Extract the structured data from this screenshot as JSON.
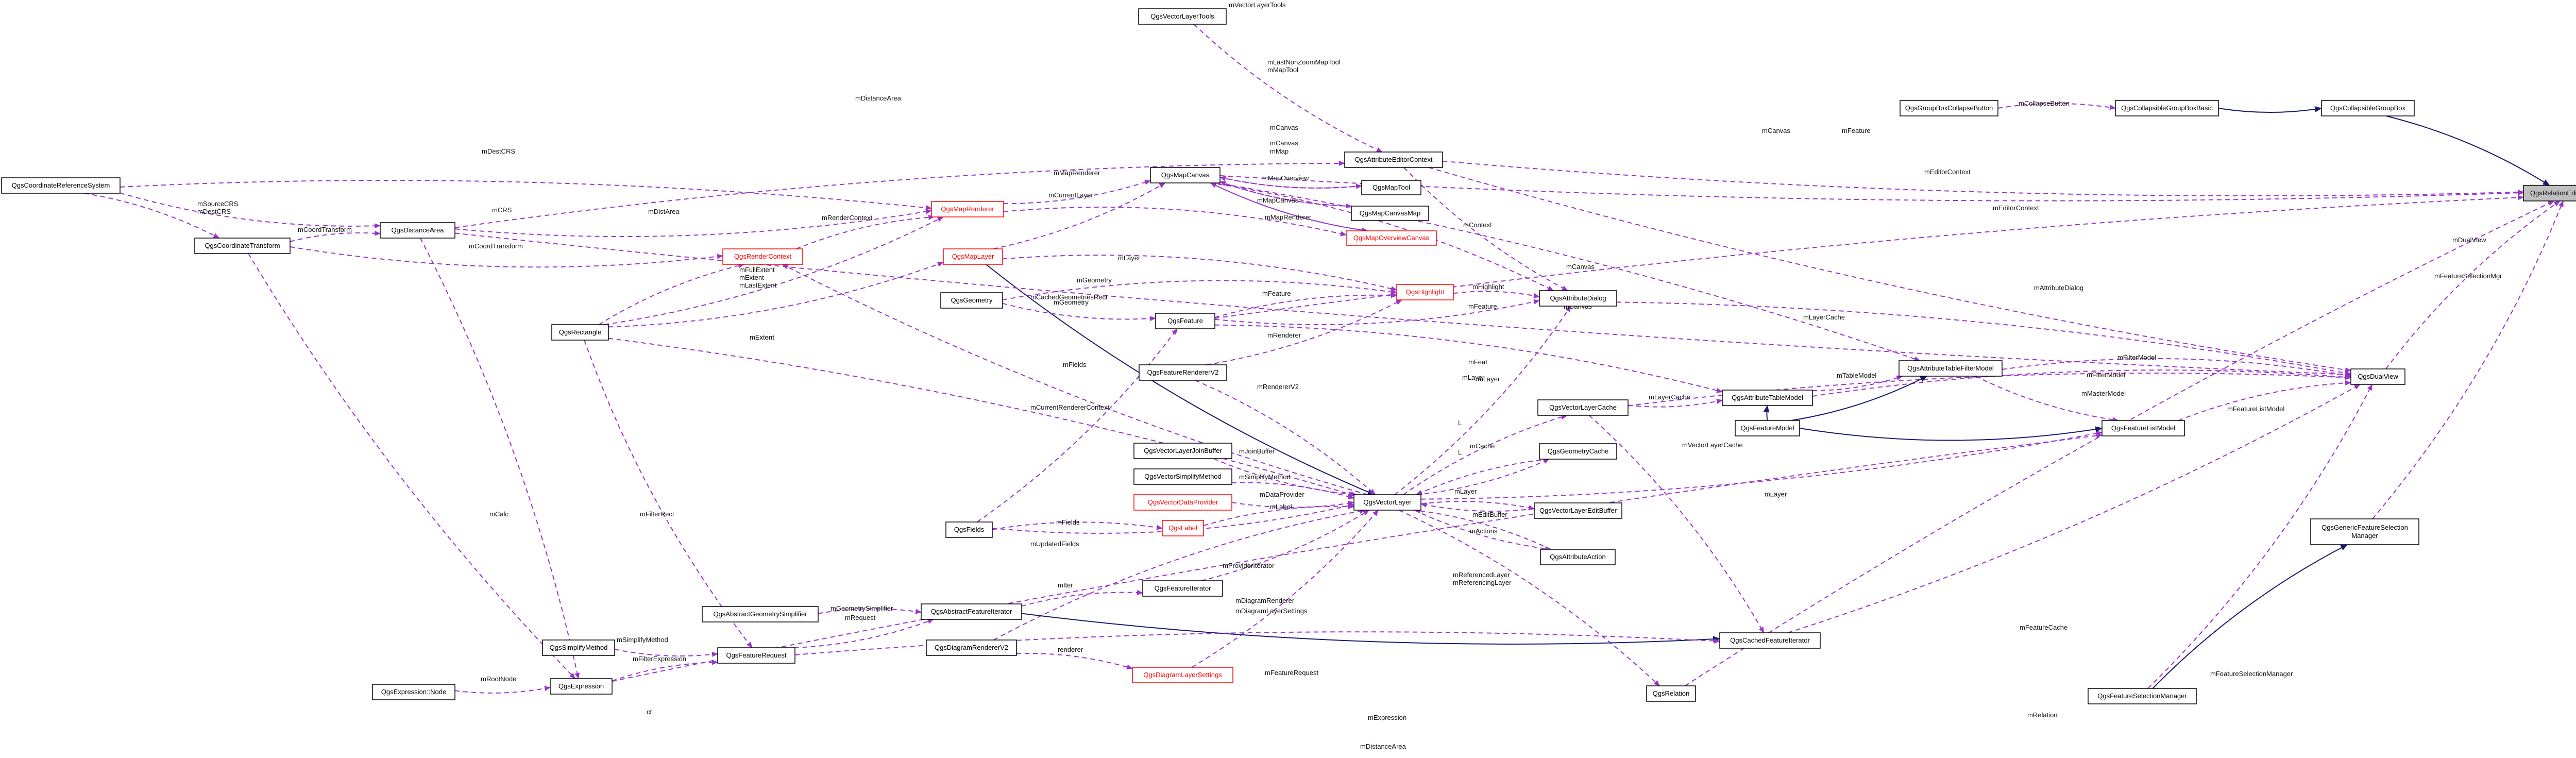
{
  "colors": {
    "background": "#ffffff",
    "usage_edge": "#9a32cd",
    "inheritance_edge": "#191970",
    "node_border": "#000000",
    "node_border_incomplete": "#ff0000",
    "node_text": "#000000",
    "node_text_incomplete": "#ff0000",
    "highlight_fill": "#bfbfbf",
    "label_text": "#111111"
  },
  "nodes": [
    {
      "id": "n_vectortools",
      "label": "QgsVectorLayerTools"
    },
    {
      "id": "n_attreditctx",
      "label": "QgsAttributeEditorContext"
    },
    {
      "id": "n_mapcanvas",
      "label": "QgsMapCanvas"
    },
    {
      "id": "n_maptool",
      "label": "QgsMapTool"
    },
    {
      "id": "n_canvasmap",
      "label": "QgsMapCanvasMap"
    },
    {
      "id": "n_overview",
      "label": "QgsMapOverviewCanvas",
      "incomplete": true
    },
    {
      "id": "n_maprenderer",
      "label": "QgsMapRenderer",
      "incomplete": true
    },
    {
      "id": "n_renderctx",
      "label": "QgsRenderContext",
      "incomplete": true
    },
    {
      "id": "n_maplayer",
      "label": "QgsMapLayer",
      "incomplete": true
    },
    {
      "id": "n_crs",
      "label": "QgsCoordinateReferenceSystem"
    },
    {
      "id": "n_ct",
      "label": "QgsCoordinateTransform"
    },
    {
      "id": "n_distance",
      "label": "QgsDistanceArea"
    },
    {
      "id": "n_rectangle",
      "label": "QgsRectangle"
    },
    {
      "id": "n_geometry",
      "label": "QgsGeometry"
    },
    {
      "id": "n_feature",
      "label": "QgsFeature"
    },
    {
      "id": "n_highlight",
      "label": "QgsHighlight",
      "incomplete": true
    },
    {
      "id": "n_attrdialog",
      "label": "QgsAttributeDialog"
    },
    {
      "id": "n_renderer",
      "label": "QgsFeatureRendererV2"
    },
    {
      "id": "n_joinbuf",
      "label": "QgsVectorLayerJoinBuffer"
    },
    {
      "id": "n_simplify",
      "label": "QgsVectorSimplifyMethod"
    },
    {
      "id": "n_dataprov",
      "label": "QgsVectorDataProvider",
      "incomplete": true
    },
    {
      "id": "n_label",
      "label": "QgsLabel",
      "incomplete": true
    },
    {
      "id": "n_fields",
      "label": "QgsFields"
    },
    {
      "id": "n_vlayer",
      "label": "QgsVectorLayer"
    },
    {
      "id": "n_vlcache",
      "label": "QgsVectorLayerCache"
    },
    {
      "id": "n_geomcache",
      "label": "QgsGeometryCache"
    },
    {
      "id": "n_editbuf",
      "label": "QgsVectorLayerEditBuffer"
    },
    {
      "id": "n_attraction",
      "label": "QgsAttributeAction"
    },
    {
      "id": "n_featiter",
      "label": "QgsFeatureIterator"
    },
    {
      "id": "n_absiter",
      "label": "QgsAbstractFeatureIterator"
    },
    {
      "id": "n_absgeomsimp",
      "label": "QgsAbstractGeometrySimplifier"
    },
    {
      "id": "n_diagrenderer",
      "label": "QgsDiagramRendererV2"
    },
    {
      "id": "n_diagsettings",
      "label": "QgsDiagramLayerSettings",
      "incomplete": true
    },
    {
      "id": "n_simplifymethod",
      "label": "QgsSimplifyMethod"
    },
    {
      "id": "n_featreq",
      "label": "QgsFeatureRequest"
    },
    {
      "id": "n_exprnode",
      "label": "QgsExpression::Node"
    },
    {
      "id": "n_expression",
      "label": "QgsExpression"
    },
    {
      "id": "n_gbcollbtn",
      "label": "QgsGroupBoxCollapseButton"
    },
    {
      "id": "n_collgbbasic",
      "label": "QgsCollapsibleGroupBoxBasic"
    },
    {
      "id": "n_collgb",
      "label": "QgsCollapsibleGroupBox"
    },
    {
      "id": "n_relwidget",
      "label": "QgsRelationEditorWidget",
      "highlight": true
    },
    {
      "id": "n_filtermodel",
      "label": "QgsAttributeTableFilterModel"
    },
    {
      "id": "n_tablemodel",
      "label": "QgsAttributeTableModel"
    },
    {
      "id": "n_featmodel",
      "label": "QgsFeatureModel"
    },
    {
      "id": "n_featlistmodel",
      "label": "QgsFeatureListModel"
    },
    {
      "id": "n_dualview",
      "label": "QgsDualView"
    },
    {
      "id": "n_gensel",
      "label": "QgsGenericFeatureSelection\nManager"
    },
    {
      "id": "n_cachediter",
      "label": "QgsCachedFeatureIterator"
    },
    {
      "id": "n_relation",
      "label": "QgsRelation"
    },
    {
      "id": "n_selmgr",
      "label": "QgsFeatureSelectionManager"
    }
  ],
  "edges": [
    {
      "from": "n_collgb",
      "to": "n_relwidget",
      "type": "inheritance"
    },
    {
      "from": "n_collgbbasic",
      "to": "n_collgb",
      "type": "inheritance"
    },
    {
      "from": "n_gbcollbtn",
      "to": "n_collgbbasic",
      "type": "usage",
      "label": "mCollapseButton"
    },
    {
      "from": "n_mapcanvas",
      "to": "n_relwidget",
      "type": "usage",
      "label": "mCanvas"
    },
    {
      "from": "n_feature",
      "to": "n_relwidget",
      "type": "usage",
      "label": "mFeature"
    },
    {
      "from": "n_attreditctx",
      "to": "n_relwidget",
      "type": "usage",
      "label": "mEditorContext"
    },
    {
      "from": "n_dualview",
      "to": "n_relwidget",
      "type": "usage",
      "label": "mDualView"
    },
    {
      "from": "n_gensel",
      "to": "n_relwidget",
      "type": "usage",
      "label": "mFeatureSelectionMgr"
    },
    {
      "from": "n_relation",
      "to": "n_relwidget",
      "type": "usage",
      "label": "mRelation"
    },
    {
      "from": "n_vectortools",
      "to": "n_attreditctx",
      "type": "usage",
      "label": "mVectorLayerTools"
    },
    {
      "from": "n_distance",
      "to": "n_attreditctx",
      "type": "usage",
      "label": "mDistanceArea"
    },
    {
      "from": "n_mapcanvas",
      "to": "n_maptool",
      "type": "usage",
      "label": "mCanvas"
    },
    {
      "from": "n_maptool",
      "to": "n_mapcanvas",
      "type": "usage",
      "label": "mLastNonZoomMapTool\nmMapTool"
    },
    {
      "from": "n_mapcanvas",
      "to": "n_canvasmap",
      "type": "usage",
      "label": "mCanvas"
    },
    {
      "from": "n_canvasmap",
      "to": "n_mapcanvas",
      "type": "usage",
      "label": "mMap"
    },
    {
      "from": "n_mapcanvas",
      "to": "n_overview",
      "type": "usage",
      "label": "mMapCanvas"
    },
    {
      "from": "n_overview",
      "to": "n_mapcanvas",
      "type": "usage",
      "label": "mMapOverview"
    },
    {
      "from": "n_maprenderer",
      "to": "n_mapcanvas",
      "type": "usage",
      "label": "mMapRenderer"
    },
    {
      "from": "n_maprenderer",
      "to": "n_overview",
      "type": "usage",
      "label": "mMapRenderer"
    },
    {
      "from": "n_maplayer",
      "to": "n_mapcanvas",
      "type": "usage",
      "label": "mCurrentLayer"
    },
    {
      "from": "n_mapcanvas",
      "to": "n_attrdialog",
      "type": "usage",
      "label": "mCanvas"
    },
    {
      "from": "n_attreditctx",
      "to": "n_attrdialog",
      "type": "usage",
      "label": "mContext"
    },
    {
      "from": "n_crs",
      "to": "n_maprenderer",
      "type": "usage",
      "label": "mDestCRS"
    },
    {
      "from": "n_crs",
      "to": "n_distance",
      "type": "usage",
      "label": "mCRS"
    },
    {
      "from": "n_crs",
      "to": "n_ct",
      "type": "usage",
      "label": "mSourceCRS\nmDestCRS"
    },
    {
      "from": "n_distance",
      "to": "n_maprenderer",
      "type": "usage",
      "label": "mDistArea"
    },
    {
      "from": "n_ct",
      "to": "n_distance",
      "type": "usage",
      "label": "mCoordTransform"
    },
    {
      "from": "n_ct",
      "to": "n_renderctx",
      "type": "usage",
      "label": "mCoordTransform"
    },
    {
      "from": "n_renderctx",
      "to": "n_maprenderer",
      "type": "usage",
      "label": "mRenderContext"
    },
    {
      "from": "n_rectangle",
      "to": "n_maprenderer",
      "type": "usage",
      "label": "mFullExtent\nmExtent\nmLastExtent"
    },
    {
      "from": "n_rectangle",
      "to": "n_renderctx",
      "type": "usage",
      "label": "mExtent"
    },
    {
      "from": "n_rectangle",
      "to": "n_maplayer",
      "type": "usage",
      "label": "mExtent"
    },
    {
      "from": "n_rectangle",
      "to": "n_vlayer",
      "type": "usage",
      "label": "mCachedGeometriesRect"
    },
    {
      "from": "n_rectangle",
      "to": "n_featreq",
      "type": "usage",
      "label": "mFilterRect"
    },
    {
      "from": "n_maplayer",
      "to": "n_highlight",
      "type": "usage",
      "label": "mLayer"
    },
    {
      "from": "n_maplayer",
      "to": "n_vlayer",
      "type": "inheritance"
    },
    {
      "from": "n_geometry",
      "to": "n_highlight",
      "type": "usage",
      "label": "mGeometry"
    },
    {
      "from": "n_geometry",
      "to": "n_feature",
      "type": "usage",
      "label": "mGeometry"
    },
    {
      "from": "n_feature",
      "to": "n_highlight",
      "type": "usage",
      "label": "mFeature"
    },
    {
      "from": "n_feature",
      "to": "n_attrdialog",
      "type": "usage",
      "label": "mFeature"
    },
    {
      "from": "n_feature",
      "to": "n_tablemodel",
      "type": "usage",
      "label": "mFeat"
    },
    {
      "from": "n_fields",
      "to": "n_feature",
      "type": "usage",
      "label": "mFields"
    },
    {
      "from": "n_fields",
      "to": "n_label",
      "type": "usage",
      "label": "mFields"
    },
    {
      "from": "n_fields",
      "to": "n_vlayer",
      "type": "usage",
      "label": "mUpdatedFields"
    },
    {
      "from": "n_highlight",
      "to": "n_attrdialog",
      "type": "usage",
      "label": "mHighlight"
    },
    {
      "from": "n_renderer",
      "to": "n_highlight",
      "type": "usage",
      "label": "mRenderer"
    },
    {
      "from": "n_renderer",
      "to": "n_vlayer",
      "type": "usage",
      "label": "mRendererV2"
    },
    {
      "from": "n_vlayer",
      "to": "n_attrdialog",
      "type": "usage",
      "label": "mLayer"
    },
    {
      "from": "n_vlayer",
      "to": "n_vlcache",
      "type": "usage",
      "label": "mLayer"
    },
    {
      "from": "n_vlayer",
      "to": "n_geomcache",
      "type": "usage",
      "label": "L"
    },
    {
      "from": "n_vlayer",
      "to": "n_editbuf",
      "type": "usage",
      "label": "L"
    },
    {
      "from": "n_vlayer",
      "to": "n_attraction",
      "type": "usage",
      "label": "mLayer"
    },
    {
      "from": "n_vlayer",
      "to": "n_relation",
      "type": "usage",
      "label": "mReferencedLayer\nmReferencingLayer"
    },
    {
      "from": "n_vlayer",
      "to": "n_featlistmodel",
      "type": "usage",
      "label": "mLayer"
    },
    {
      "from": "n_vlayer",
      "to": "n_renderctx",
      "type": "usage",
      "label": "mCurrentRendererContext"
    },
    {
      "from": "n_joinbuf",
      "to": "n_vlayer",
      "type": "usage",
      "label": "mJoinBuffer"
    },
    {
      "from": "n_simplify",
      "to": "n_vlayer",
      "type": "usage",
      "label": "mSimplifyMethod"
    },
    {
      "from": "n_dataprov",
      "to": "n_vlayer",
      "type": "usage",
      "label": "mDataProvider"
    },
    {
      "from": "n_label",
      "to": "n_vlayer",
      "type": "usage",
      "label": "mLabel"
    },
    {
      "from": "n_geomcache",
      "to": "n_vlayer",
      "type": "usage",
      "label": "mCache"
    },
    {
      "from": "n_editbuf",
      "to": "n_vlayer",
      "type": "usage",
      "label": "mEditBuffer"
    },
    {
      "from": "n_attraction",
      "to": "n_vlayer",
      "type": "usage",
      "label": "mActions"
    },
    {
      "from": "n_diagrenderer",
      "to": "n_vlayer",
      "type": "usage",
      "label": "mDiagramRenderer"
    },
    {
      "from": "n_diagsettings",
      "to": "n_vlayer",
      "type": "usage",
      "label": "mDiagramLayerSettings"
    },
    {
      "from": "n_diagrenderer",
      "to": "n_diagsettings",
      "type": "usage",
      "label": "renderer"
    },
    {
      "from": "n_featiter",
      "to": "n_vlayer",
      "type": "usage",
      "label": "mProviderIterator"
    },
    {
      "from": "n_absiter",
      "to": "n_featiter",
      "type": "usage",
      "label": "mIter"
    },
    {
      "from": "n_absiter",
      "to": "n_cachediter",
      "type": "inheritance"
    },
    {
      "from": "n_absgeomsimp",
      "to": "n_absiter",
      "type": "usage",
      "label": "mGeometrySimplifier"
    },
    {
      "from": "n_featreq",
      "to": "n_absiter",
      "type": "usage",
      "label": "mRequest"
    },
    {
      "from": "n_featreq",
      "to": "n_cachediter",
      "type": "usage",
      "label": "mFeatureRequest"
    },
    {
      "from": "n_simplifymethod",
      "to": "n_featreq",
      "type": "usage",
      "label": "mSimplifyMethod"
    },
    {
      "from": "n_expression",
      "to": "n_featreq",
      "type": "usage",
      "label": "mFilterExpression"
    },
    {
      "from": "n_exprnode",
      "to": "n_expression",
      "type": "usage",
      "label": "mRootNode"
    },
    {
      "from": "n_expression",
      "to": "n_featlistmodel",
      "type": "usage",
      "label": "mExpression"
    },
    {
      "from": "n_ct",
      "to": "n_expression",
      "type": "usage",
      "label": "ct"
    },
    {
      "from": "n_distance",
      "to": "n_expression",
      "type": "usage",
      "label": "mCalc"
    },
    {
      "from": "n_distance",
      "to": "n_dualview",
      "type": "usage",
      "label": "mDistanceArea"
    },
    {
      "from": "n_vlcache",
      "to": "n_dualview",
      "type": "usage",
      "label": "mLayerCache"
    },
    {
      "from": "n_vlcache",
      "to": "n_tablemodel",
      "type": "usage",
      "label": "mLayerCache"
    },
    {
      "from": "n_vlcache",
      "to": "n_cachediter",
      "type": "usage",
      "label": "mVectorLayerCache"
    },
    {
      "from": "n_cachediter",
      "to": "n_dualview",
      "type": "usage",
      "label": "mFeatureCache"
    },
    {
      "from": "n_attrdialog",
      "to": "n_dualview",
      "type": "usage",
      "label": "mAttributeDialog"
    },
    {
      "from": "n_attreditctx",
      "to": "n_dualview",
      "type": "usage",
      "label": "mEditorContext"
    },
    {
      "from": "n_mapcanvas",
      "to": "n_filtermodel",
      "type": "usage",
      "label": "mCanvas"
    },
    {
      "from": "n_tablemodel",
      "to": "n_filtermodel",
      "type": "usage",
      "label": "mTableModel"
    },
    {
      "from": "n_tablemodel",
      "to": "n_dualview",
      "type": "usage",
      "label": "mMasterModel"
    },
    {
      "from": "n_featmodel",
      "to": "n_filtermodel",
      "type": "inheritance"
    },
    {
      "from": "n_featmodel",
      "to": "n_tablemodel",
      "type": "inheritance"
    },
    {
      "from": "n_featmodel",
      "to": "n_featlistmodel",
      "type": "inheritance"
    },
    {
      "from": "n_filtermodel",
      "to": "n_dualview",
      "type": "usage",
      "label": "mFilterModel"
    },
    {
      "from": "n_filtermodel",
      "to": "n_featlistmodel",
      "type": "usage",
      "label": "mFilterModel"
    },
    {
      "from": "n_featlistmodel",
      "to": "n_dualview",
      "type": "usage",
      "label": "mFeatureListModel"
    },
    {
      "from": "n_selmgr",
      "to": "n_dualview",
      "type": "usage",
      "label": "mFeatureSelectionManager"
    },
    {
      "from": "n_selmgr",
      "to": "n_gensel",
      "type": "inheritance"
    }
  ]
}
